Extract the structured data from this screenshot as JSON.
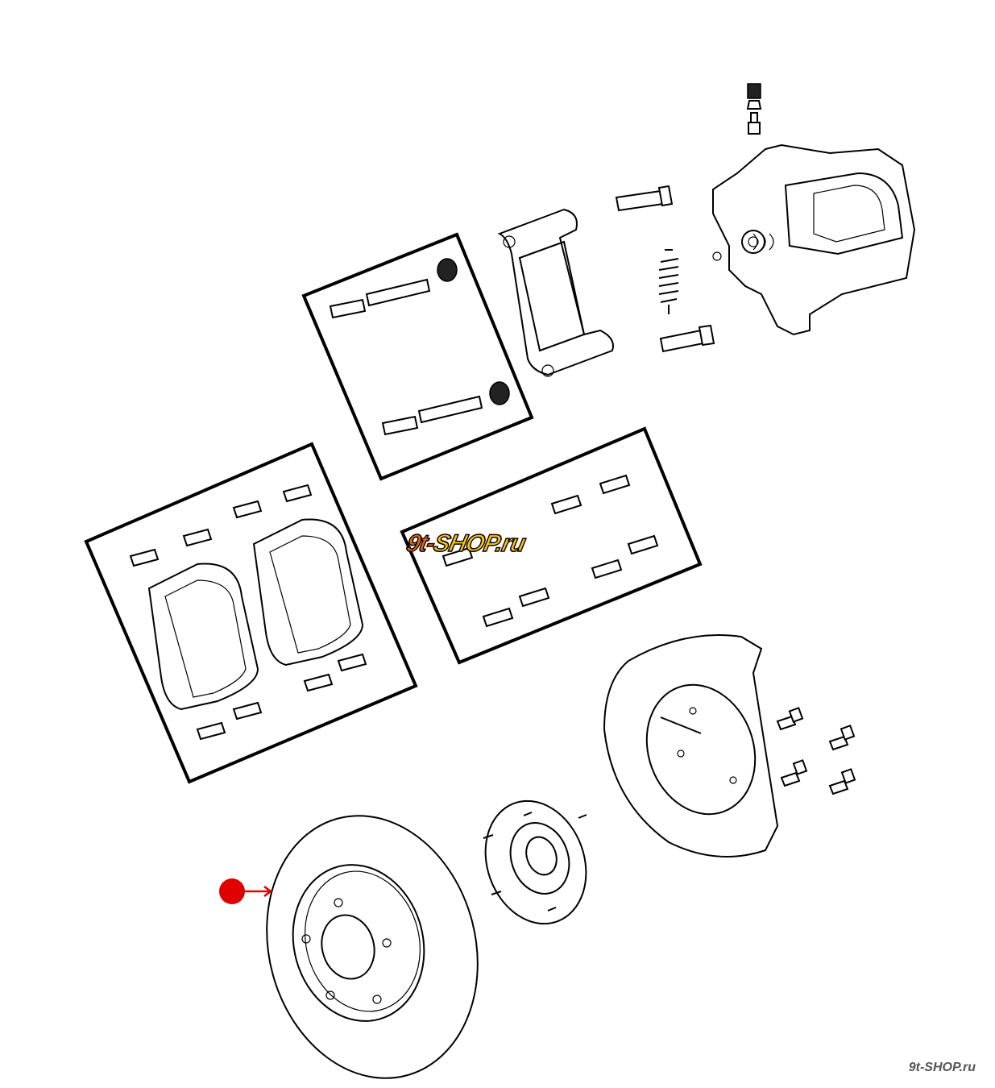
{
  "diagram": {
    "title_logo": "9t-SHOP.ru",
    "logo_parts": {
      "prefix": "9t-",
      "main": "SHOP",
      "suffix": ".ru"
    },
    "colors": {
      "marker": "#e00000",
      "logo_orange": "#f26a10",
      "logo_yellow": "#ffc20e",
      "line": "#000000"
    },
    "parts": [
      "bleeder-screw",
      "caliper",
      "caliper-bolt",
      "caliper-bracket",
      "spring",
      "guide-pin-kit",
      "brake-pad-kit",
      "pad-clip-kit",
      "brake-rotor",
      "wheel-hub",
      "dust-shield",
      "shield-bolt"
    ],
    "highlighted_part": "brake-rotor"
  }
}
